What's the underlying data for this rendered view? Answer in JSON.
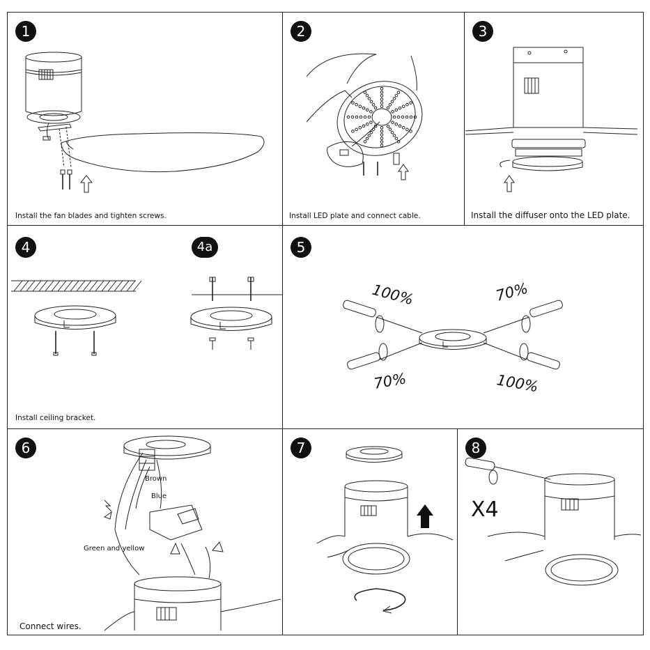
{
  "steps": [
    {
      "number": "1",
      "caption": "Install the fan blades and tighten screws."
    },
    {
      "number": "2",
      "caption": "Install LED plate and connect cable."
    },
    {
      "number": "3",
      "caption": "Install  the diffuser onto the LED plate."
    },
    {
      "number": "4",
      "caption": "Install ceiling bracket."
    },
    {
      "number": "4a",
      "caption": ""
    },
    {
      "number": "5",
      "caption": ""
    },
    {
      "number": "6",
      "caption": "Connect wires."
    },
    {
      "number": "7",
      "caption": ""
    },
    {
      "number": "8",
      "caption": ""
    }
  ],
  "step5_labels": {
    "top_left": "100%",
    "top_right": "70%",
    "bottom_left": "70%",
    "bottom_right": "100%"
  },
  "step6_labels": {
    "brown": "Brown",
    "blue": "Blue",
    "green_yellow": "Green and yellow"
  },
  "step8_label": "X4"
}
